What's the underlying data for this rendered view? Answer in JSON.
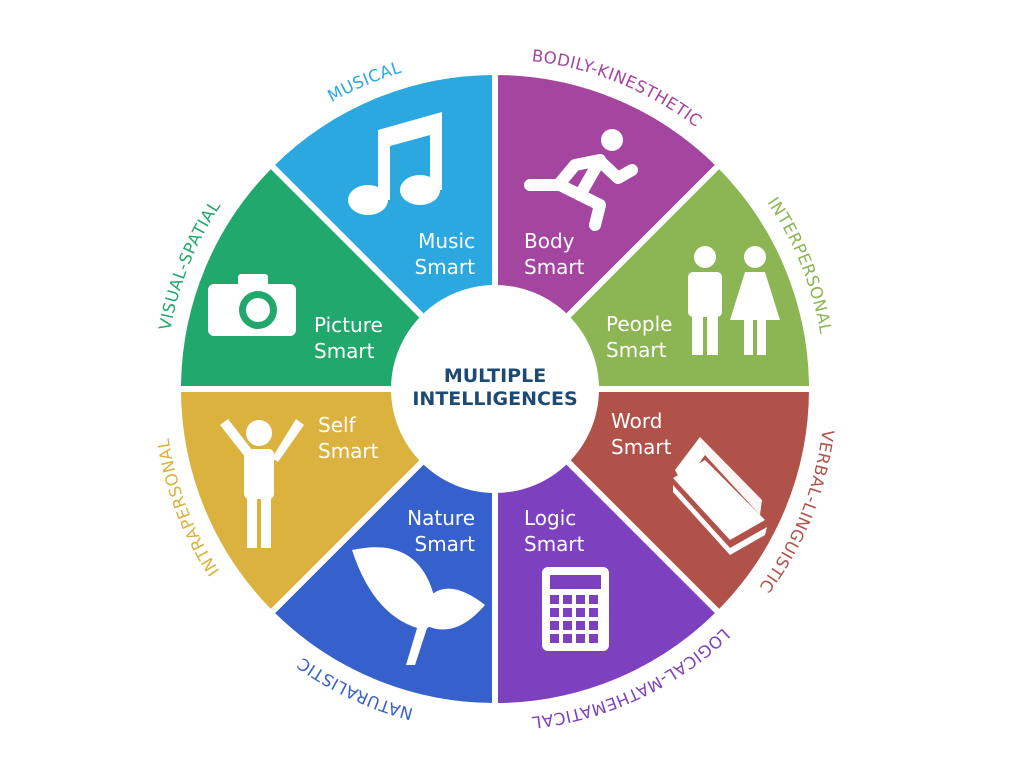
{
  "title": {
    "line1": "MULTIPLE",
    "line2": "INTELLIGENCES",
    "color": "#1d4a75"
  },
  "segments": [
    {
      "id": "body",
      "line1": "Body",
      "line2": "Smart",
      "outer": "BODILY-KINESTHETIC",
      "icon": "running-person-icon",
      "color": "#a4459f"
    },
    {
      "id": "people",
      "line1": "People",
      "line2": "Smart",
      "outer": "INTERPERSONAL",
      "icon": "man-woman-icon",
      "color": "#8cb553"
    },
    {
      "id": "word",
      "line1": "Word",
      "line2": "Smart",
      "outer": "VERBAL-LINGUISTIC",
      "icon": "book-icon",
      "color": "#b0514a"
    },
    {
      "id": "logic",
      "line1": "Logic",
      "line2": "Smart",
      "outer": "LOGICAL-MATHEMATICAL",
      "icon": "calculator-icon",
      "color": "#7d40bf"
    },
    {
      "id": "nature",
      "line1": "Nature",
      "line2": "Smart",
      "outer": "NATURALISTIC",
      "icon": "leaf-sprout-icon",
      "color": "#3661cc"
    },
    {
      "id": "self",
      "line1": "Self",
      "line2": "Smart",
      "outer": "INTRAPERSONAL",
      "icon": "person-arms-raised-icon",
      "color": "#dbb23e"
    },
    {
      "id": "picture",
      "line1": "Picture",
      "line2": "Smart",
      "outer": "VISUAL-SPATIAL",
      "icon": "camera-icon",
      "color": "#21a86c"
    },
    {
      "id": "music",
      "line1": "Music",
      "line2": "Smart",
      "outer": "MUSICAL",
      "icon": "music-note-icon",
      "color": "#2ba8df"
    }
  ]
}
